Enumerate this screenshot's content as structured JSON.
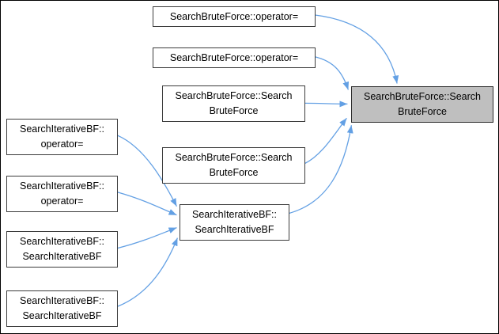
{
  "diagram": {
    "type": "doxygen-caller-graph",
    "colors": {
      "edge": "#63a0e4",
      "node_fill": "#ffffff",
      "node_border": "#3c3c3c",
      "highlight_fill": "#bfbfbf",
      "text": "#000000",
      "frame": "#000000",
      "background": "#ffffff"
    },
    "nodes": [
      {
        "id": "bf-op-1",
        "label": "SearchBruteForce::operator="
      },
      {
        "id": "bf-op-2",
        "label": "SearchBruteForce::operator="
      },
      {
        "id": "bf-ctor-1",
        "label": "SearchBruteForce::Search\nBruteForce"
      },
      {
        "id": "bf-ctor-2",
        "label": "SearchBruteForce::Search\nBruteForce"
      },
      {
        "id": "bf-ctor-target",
        "label": "SearchBruteForce::Search\nBruteForce",
        "highlighted": true
      },
      {
        "id": "ibf-ctor-mid",
        "label": "SearchIterativeBF::\nSearchIterativeBF"
      },
      {
        "id": "ibf-op-1",
        "label": "SearchIterativeBF::\noperator="
      },
      {
        "id": "ibf-op-2",
        "label": "SearchIterativeBF::\noperator="
      },
      {
        "id": "ibf-ctor-1",
        "label": "SearchIterativeBF::\nSearchIterativeBF"
      },
      {
        "id": "ibf-ctor-2",
        "label": "SearchIterativeBF::\nSearchIterativeBF"
      }
    ],
    "edges": [
      {
        "from": "bf-op-1",
        "to": "bf-ctor-target"
      },
      {
        "from": "bf-op-2",
        "to": "bf-ctor-target"
      },
      {
        "from": "bf-ctor-1",
        "to": "bf-ctor-target"
      },
      {
        "from": "bf-ctor-2",
        "to": "bf-ctor-target"
      },
      {
        "from": "ibf-ctor-mid",
        "to": "bf-ctor-target"
      },
      {
        "from": "ibf-op-1",
        "to": "ibf-ctor-mid"
      },
      {
        "from": "ibf-op-2",
        "to": "ibf-ctor-mid"
      },
      {
        "from": "ibf-ctor-1",
        "to": "ibf-ctor-mid"
      },
      {
        "from": "ibf-ctor-2",
        "to": "ibf-ctor-mid"
      }
    ]
  }
}
